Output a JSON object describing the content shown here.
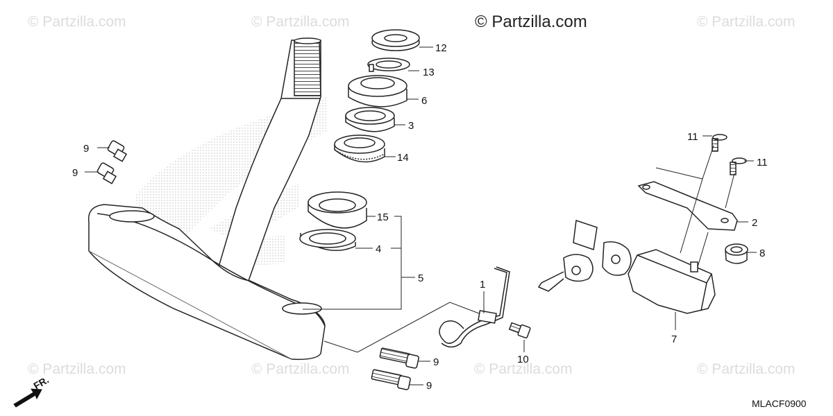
{
  "watermark": "© Partzilla.com",
  "copyright": "© Partzilla.com",
  "drawing_code": "MLACF0900",
  "front_label": "FR.",
  "callouts": [
    "1",
    "2",
    "3",
    "4",
    "5",
    "6",
    "7",
    "8",
    "9",
    "10",
    "11",
    "12",
    "13",
    "14",
    "15"
  ]
}
